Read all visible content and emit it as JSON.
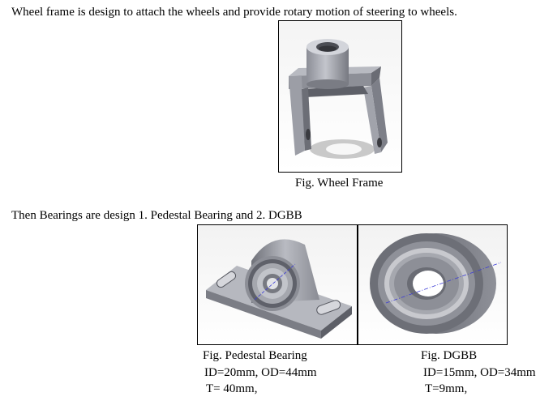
{
  "intro_text": "Wheel frame is design to attach the wheels and provide rotary motion of steering to wheels.",
  "wheel_frame_caption": "Fig. Wheel Frame",
  "bearings_intro": "Then Bearings are design 1. Pedestal Bearing and 2. DGBB",
  "pedestal": {
    "caption": "Fig. Pedestal Bearing",
    "dims": "ID=20mm, OD=44mm",
    "thickness": "T= 40mm,"
  },
  "dgbb": {
    "caption": "Fig. DGBB",
    "dims": "ID=15mm, OD=34mm",
    "thickness": "T=9mm,"
  },
  "colors": {
    "part_light": "#a9abb4",
    "part_mid": "#7d7f88",
    "part_dark": "#55575f",
    "axis_line": "#3b3bd6"
  }
}
